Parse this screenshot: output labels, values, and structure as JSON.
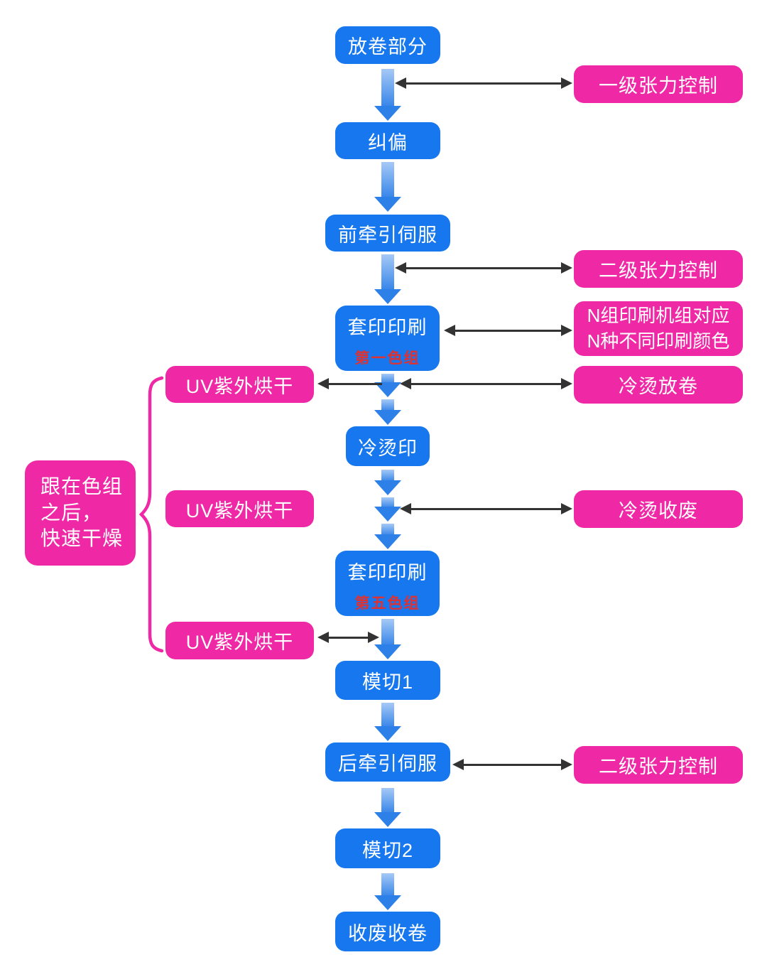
{
  "diagram": {
    "type": "flowchart",
    "colors": {
      "process_box_blue": "#1677ee",
      "annotation_box_pink": "#ef28a5",
      "subgroup_text_red": "#e03131",
      "connector_black": "#333333",
      "flow_arrow_light": "#a5c9f6",
      "flow_arrow_dark": "#2c80e8"
    },
    "main_flow": [
      {
        "label": "放卷部分"
      },
      {
        "label": "纠偏"
      },
      {
        "label": "前牵引伺服"
      },
      {
        "label": "套印印刷",
        "sublabel": "第一色组"
      },
      {
        "label": "冷烫印"
      },
      {
        "label": "套印印刷",
        "sublabel": "第五色组"
      },
      {
        "label": "模切1"
      },
      {
        "label": "后牵引伺服"
      },
      {
        "label": "模切2"
      },
      {
        "label": "收废收卷"
      }
    ],
    "right_annotations": [
      {
        "label": "一级张力控制"
      },
      {
        "label": "二级张力控制"
      },
      {
        "lines": [
          "N组印刷机组对应",
          "N种不同印刷颜色"
        ]
      },
      {
        "label": "冷烫放卷"
      },
      {
        "label": "冷烫收废"
      },
      {
        "label": "二级张力控制"
      }
    ],
    "left_annotations": [
      {
        "label": "UV紫外烘干"
      },
      {
        "label": "UV紫外烘干"
      },
      {
        "label": "UV紫外烘干"
      }
    ],
    "group_note": {
      "lines": [
        "跟在色组",
        "之后，",
        "快速干燥"
      ]
    }
  }
}
